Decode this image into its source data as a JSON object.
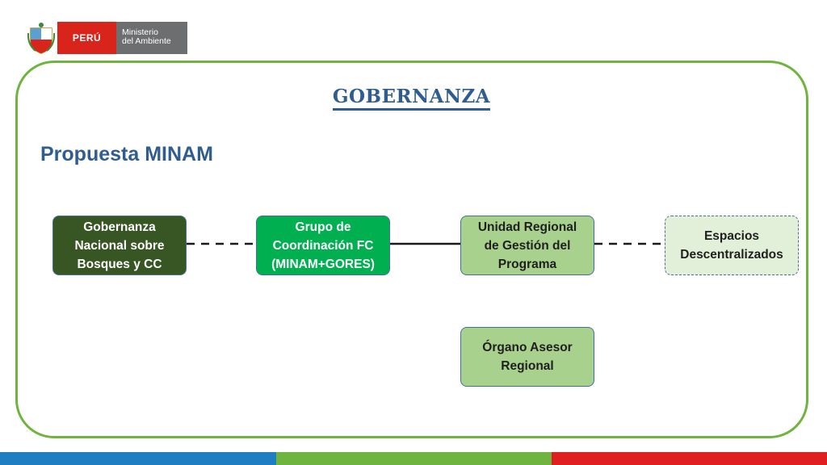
{
  "logo": {
    "country": "PERÚ",
    "ministry_line1": "Ministerio",
    "ministry_line2": "del Ambiente"
  },
  "heading": "GOBERNANZA",
  "subtitle": "Propuesta MINAM",
  "nodes": {
    "national": "Gobernanza\nNacional sobre\nBosques y CC",
    "coordination": "Grupo de\nCoordinación FC\n(MINAM+GORES)",
    "regional_unit": "Unidad Regional\nde Gestión del\nPrograma",
    "decentralized": "Espacios\nDescentralizados",
    "advisory": "Órgano Asesor\nRegional"
  },
  "colors": {
    "frame": "#6fb43f",
    "title_blue": "#2f5d91",
    "national_fill": "#375623",
    "coordination_fill": "#00b050",
    "regional_fill": "#a9d18e",
    "decentralized_fill": "#e2efd9",
    "bar_blue": "#1f7ec1",
    "bar_green": "#6fb43f",
    "bar_red": "#e02020"
  }
}
